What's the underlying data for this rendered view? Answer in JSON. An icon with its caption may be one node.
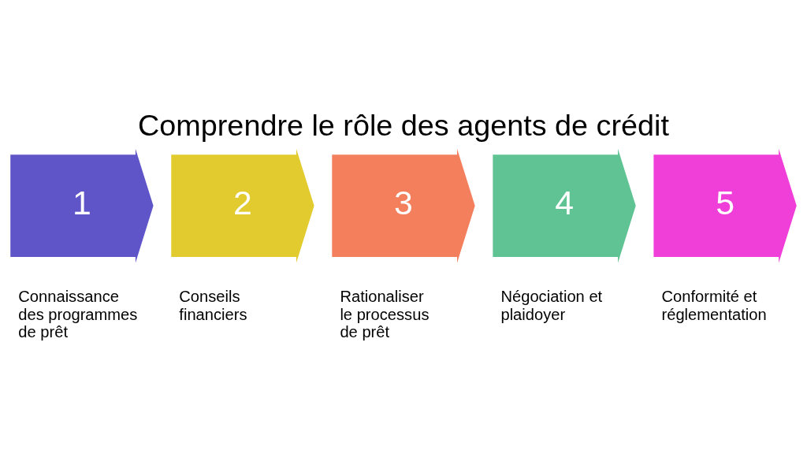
{
  "diagram": {
    "title": "Comprendre le rôle des agents de crédit",
    "nodes": [
      {
        "text": [
          "1"
        ],
        "beside": [
          "Connaissance des programmes de prêt"
        ]
      },
      {
        "text": [
          "2"
        ],
        "beside": [
          "Conseils financiers"
        ]
      },
      {
        "text": [
          "3"
        ],
        "beside": [
          "Rationaliser le processus de prêt"
        ]
      },
      {
        "text": [
          "4"
        ],
        "beside": [
          "Négociation et plaidoyer"
        ]
      },
      {
        "text": [
          "5"
        ],
        "beside": [
          "Conformité et réglementation"
        ]
      }
    ]
  }
}
